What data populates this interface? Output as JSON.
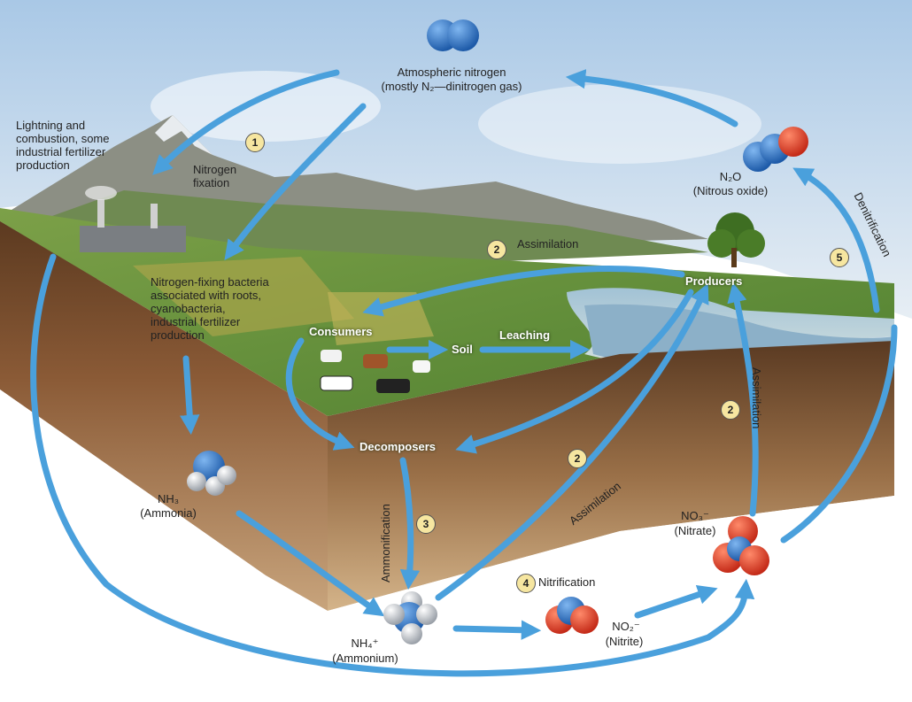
{
  "labels": {
    "atmospheric": "Atmospheric nitrogen",
    "atmospheric_sub": "(mostly N₂—dinitrogen gas)",
    "lightning": "Lightning and\ncombustion, some\nindustrial fertilizer\nproduction",
    "fixation": "Nitrogen\nfixation",
    "n2o": "N₂O",
    "n2o_sub": "(Nitrous oxide)",
    "denitrification": "Denitrification",
    "assimilation_top": "Assimilation",
    "producers": "Producers",
    "bacteria": "Nitrogen-fixing bacteria\nassociated with roots,\ncyanobacteria,\nindustrial fertilizer\nproduction",
    "consumers": "Consumers",
    "soil": "Soil",
    "leaching": "Leaching",
    "decomposers": "Decomposers",
    "nh3": "NH₃",
    "nh3_sub": "(Ammonia)",
    "ammonification": "Ammonification",
    "assimilation_mid": "Assimilation",
    "assimilation_right": "Assimilation",
    "no3": "NO₃⁻",
    "no3_sub": "(Nitrate)",
    "nitrification": "Nitrification",
    "no2": "NO₂⁻",
    "no2_sub": "(Nitrite)",
    "nh4": "NH₄⁺",
    "nh4_sub": "(Ammonium)"
  },
  "step_numbers": {
    "s1": "1",
    "s2a": "2",
    "s2b": "2",
    "s2c": "2",
    "s3": "3",
    "s4": "4",
    "s5": "5"
  },
  "colors": {
    "arrow": "#4aa0dc",
    "nitrogen_atom": "#2a6fc4",
    "oxygen_atom": "#e0402a",
    "hydrogen_atom": "#c8ccd0",
    "soil": "#8a5a36",
    "grass": "#6c9a3a",
    "water": "#8cb0c8",
    "sky": "#c8dcee",
    "step_badge": "#f6e6a0"
  }
}
